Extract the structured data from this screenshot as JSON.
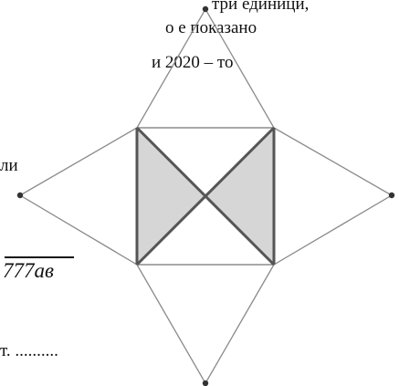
{
  "text": {
    "fragment_1": "три единици,",
    "fragment_2": "о е показано",
    "fragment_3": "и 2020 – то",
    "fragment_4": "ли",
    "expression": "777ав",
    "fragment_5": "т. .........."
  },
  "colors": {
    "stroke": "#8a8a8a",
    "inner_stroke": "#555555",
    "shade": "#d6d6d6",
    "point": "#333333"
  }
}
